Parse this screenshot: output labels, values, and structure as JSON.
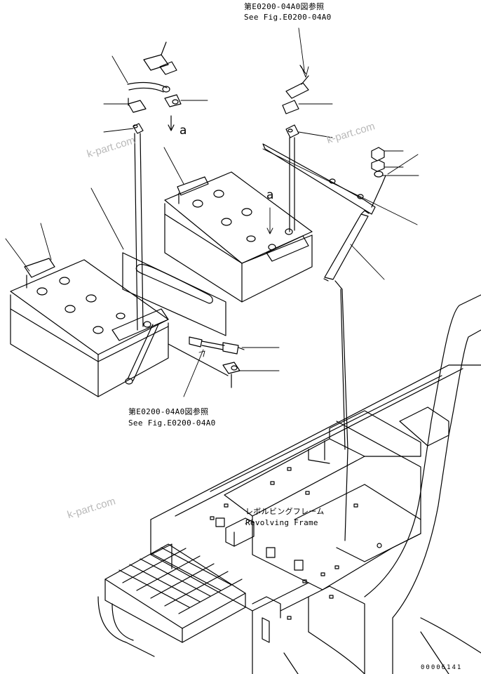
{
  "references": {
    "top": {
      "jp": "第E0200-04A0図参照",
      "en": "See Fig.E0200-04A0"
    },
    "middle": {
      "jp": "第E0200-04A0図参照",
      "en": "See Fig.E0200-04A0"
    }
  },
  "frame_label": {
    "jp": "レボルビングフレーム",
    "en": "Revolving Frame"
  },
  "detail_marker": "a",
  "watermarks": [
    "k-part.com",
    "k-part.com",
    "k-part.com"
  ],
  "document_number": "00006141",
  "colors": {
    "line": "#000000",
    "watermark": "#b9b9b9",
    "background": "#ffffff"
  }
}
